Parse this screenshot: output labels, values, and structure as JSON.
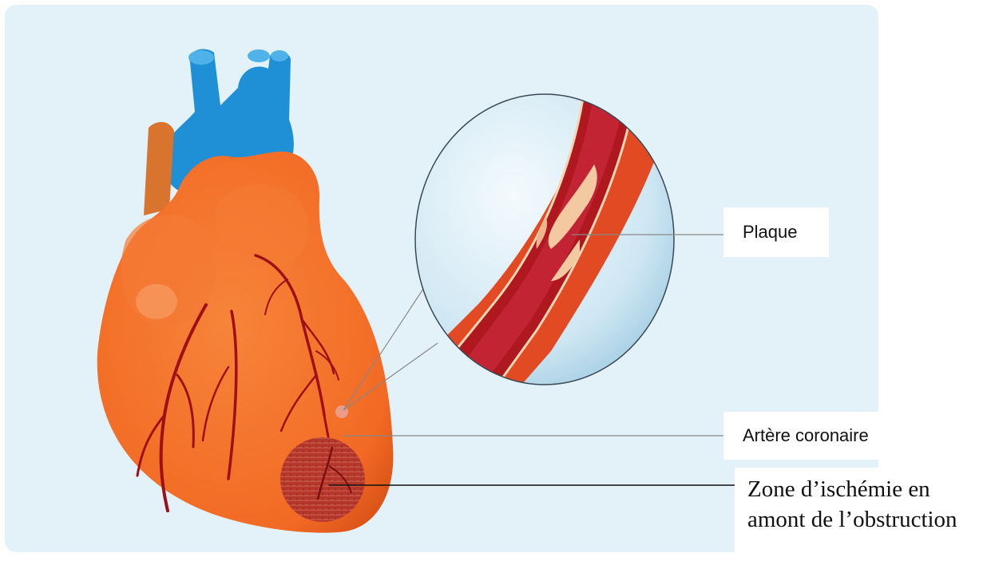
{
  "labels": {
    "plaque": "Plaque",
    "artere": "Artère coronaire",
    "zone_line1": "Zone d’ischémie en",
    "zone_line2": "amont de l’obstruction"
  },
  "colors": {
    "panel_background": "#e3f1f8",
    "heart_fill": "#f26a24",
    "heart_shadow": "#d4521a",
    "vessel_blue": "#1f8fd6",
    "artery_dark_red": "#9e1016",
    "ischemia_zone": "#b5362b",
    "leader_line": "#888888"
  }
}
